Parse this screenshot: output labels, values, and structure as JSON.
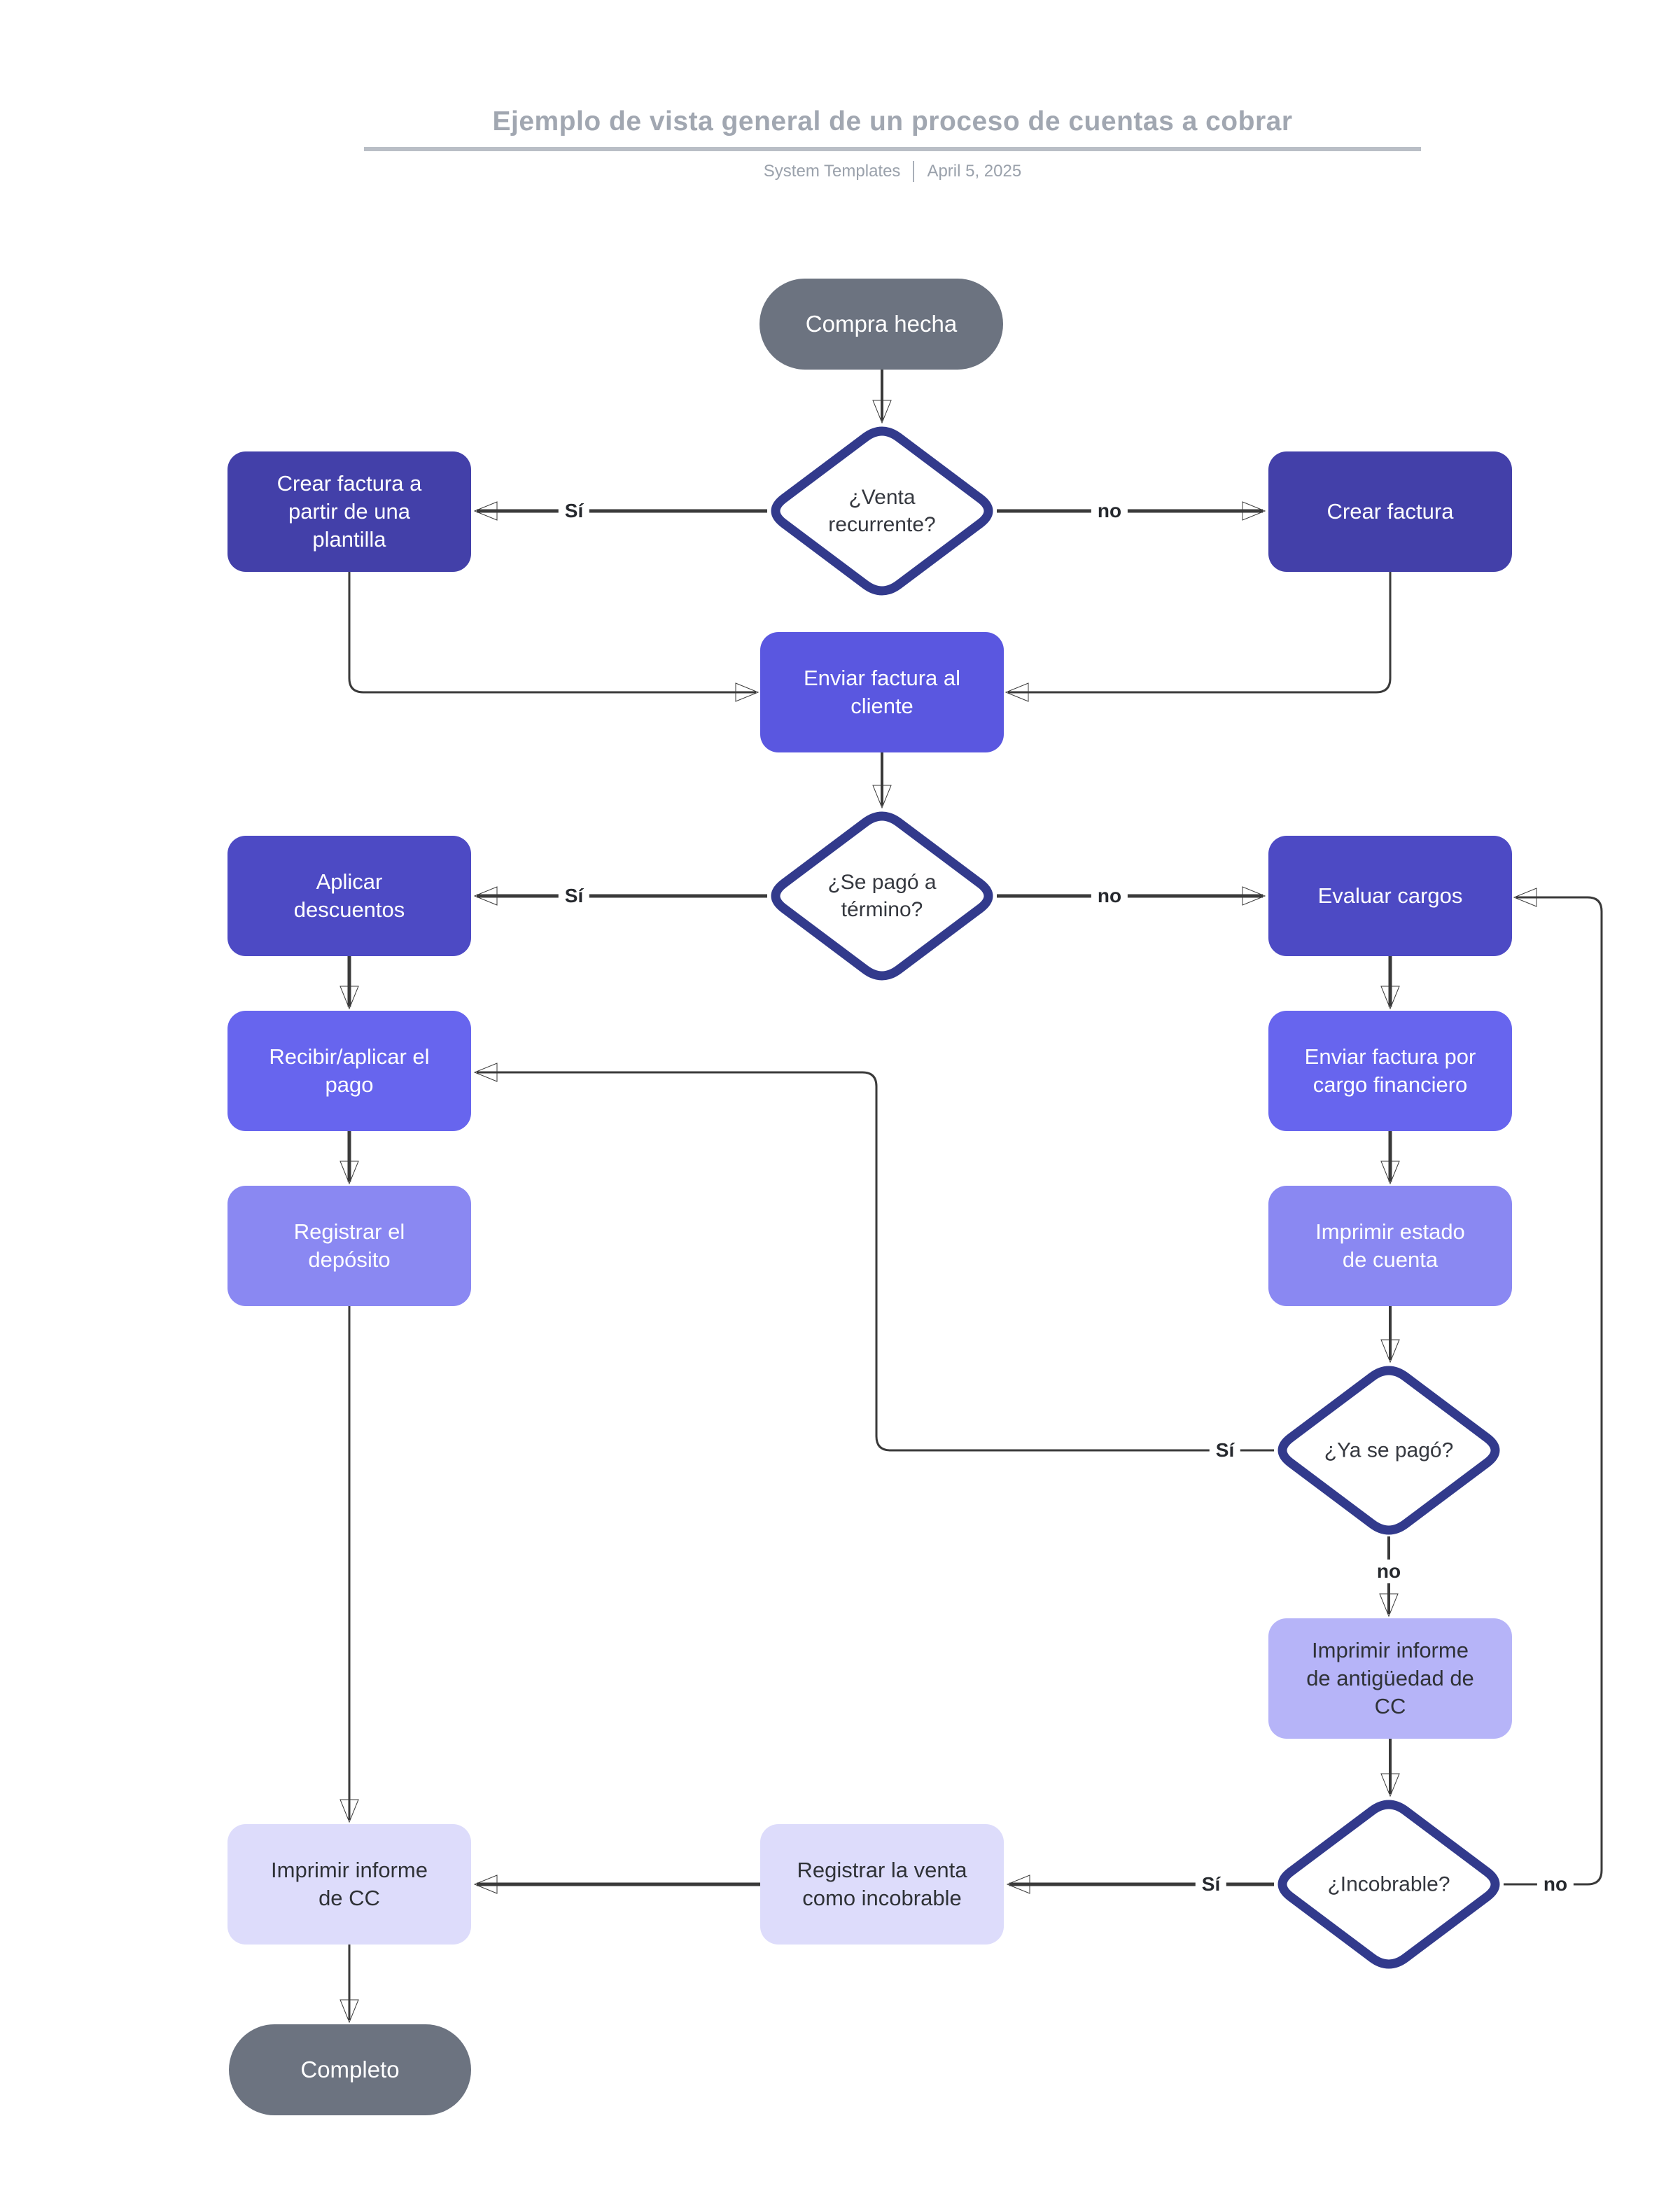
{
  "header": {
    "title": "Ejemplo de vista general de un proceso de cuentas a cobrar",
    "author": "System Templates",
    "date": "April 5, 2025"
  },
  "nodes": {
    "start": "Compra hecha",
    "decision_venta": "¿Venta\nrecurrente?",
    "crear_plantilla": "Crear factura a\npartir de una\nplantilla",
    "crear_factura": "Crear factura",
    "enviar_cliente": "Enviar factura al\ncliente",
    "decision_termino": "¿Se pagó a\ntérmino?",
    "aplicar_descuentos": "Aplicar\ndescuentos",
    "evaluar_cargos": "Evaluar cargos",
    "recibir_pago": "Recibir/aplicar el\npago",
    "enviar_cargo": "Enviar factura por\ncargo financiero",
    "registrar_deposito": "Registrar el\ndepósito",
    "imprimir_estado": "Imprimir estado\nde cuenta",
    "decision_ya_pago": "¿Ya se pagó?",
    "imprimir_antiguedad": "Imprimir informe\nde antigüedad de\nCC",
    "decision_incobrable": "¿Incobrable?",
    "registrar_incobrable": "Registrar la venta\ncomo incobrable",
    "imprimir_cc": "Imprimir informe\nde CC",
    "end": "Completo"
  },
  "edges": [
    {
      "from": "start",
      "to": "decision_venta",
      "label": ""
    },
    {
      "from": "decision_venta",
      "to": "crear_plantilla",
      "label": "Sí"
    },
    {
      "from": "decision_venta",
      "to": "crear_factura",
      "label": "no"
    },
    {
      "from": "crear_plantilla",
      "to": "enviar_cliente",
      "label": ""
    },
    {
      "from": "crear_factura",
      "to": "enviar_cliente",
      "label": ""
    },
    {
      "from": "enviar_cliente",
      "to": "decision_termino",
      "label": ""
    },
    {
      "from": "decision_termino",
      "to": "aplicar_descuentos",
      "label": "Sí"
    },
    {
      "from": "decision_termino",
      "to": "evaluar_cargos",
      "label": "no"
    },
    {
      "from": "aplicar_descuentos",
      "to": "recibir_pago",
      "label": ""
    },
    {
      "from": "recibir_pago",
      "to": "registrar_deposito",
      "label": ""
    },
    {
      "from": "registrar_deposito",
      "to": "imprimir_cc",
      "label": ""
    },
    {
      "from": "evaluar_cargos",
      "to": "enviar_cargo",
      "label": ""
    },
    {
      "from": "enviar_cargo",
      "to": "imprimir_estado",
      "label": ""
    },
    {
      "from": "imprimir_estado",
      "to": "decision_ya_pago",
      "label": ""
    },
    {
      "from": "decision_ya_pago",
      "to": "recibir_pago",
      "label": "Sí"
    },
    {
      "from": "decision_ya_pago",
      "to": "imprimir_antiguedad",
      "label": "no"
    },
    {
      "from": "imprimir_antiguedad",
      "to": "decision_incobrable",
      "label": ""
    },
    {
      "from": "decision_incobrable",
      "to": "registrar_incobrable",
      "label": "Sí"
    },
    {
      "from": "decision_incobrable",
      "to": "evaluar_cargos",
      "label": "no"
    },
    {
      "from": "registrar_incobrable",
      "to": "imprimir_cc",
      "label": ""
    },
    {
      "from": "imprimir_cc",
      "to": "end",
      "label": ""
    }
  ],
  "colors": {
    "terminal_fill": "#6C7380",
    "row_crear": "#4340A9",
    "row_enviar_cliente": "#5A57E0",
    "row_aplicar_evaluar": "#4D4AC4",
    "row_recibir_cargo": "#6765EE",
    "row_registrar_imprimir": "#8A88F2",
    "row_antiguedad": "#B6B4F8",
    "row_incobrable": "#DDDCFB",
    "decision_border": "#323A8C",
    "connector": "#3A3A3A",
    "title_gray": "#A1A7B1"
  }
}
